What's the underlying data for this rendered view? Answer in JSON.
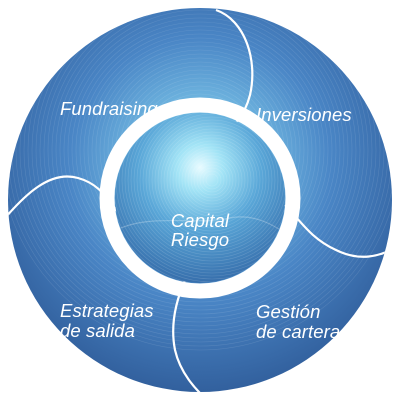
{
  "diagram": {
    "segments": {
      "top_left": "Fundraising",
      "top_right": "Inversiones",
      "bottom_left_line1": "Estrategias",
      "bottom_left_line2": "de salida",
      "bottom_right_line1": "Gestión",
      "bottom_right_line2": "de cartera"
    },
    "center_line1": "Capital",
    "center_line2": "Riesgo"
  },
  "colors": {
    "ring_dark": "#2f5f9e",
    "ring_mid": "#4e8ccf",
    "ring_light": "#7bc3e8",
    "center_glow": "#c8f1fb",
    "separator": "#ffffff",
    "text": "#ffffff"
  }
}
